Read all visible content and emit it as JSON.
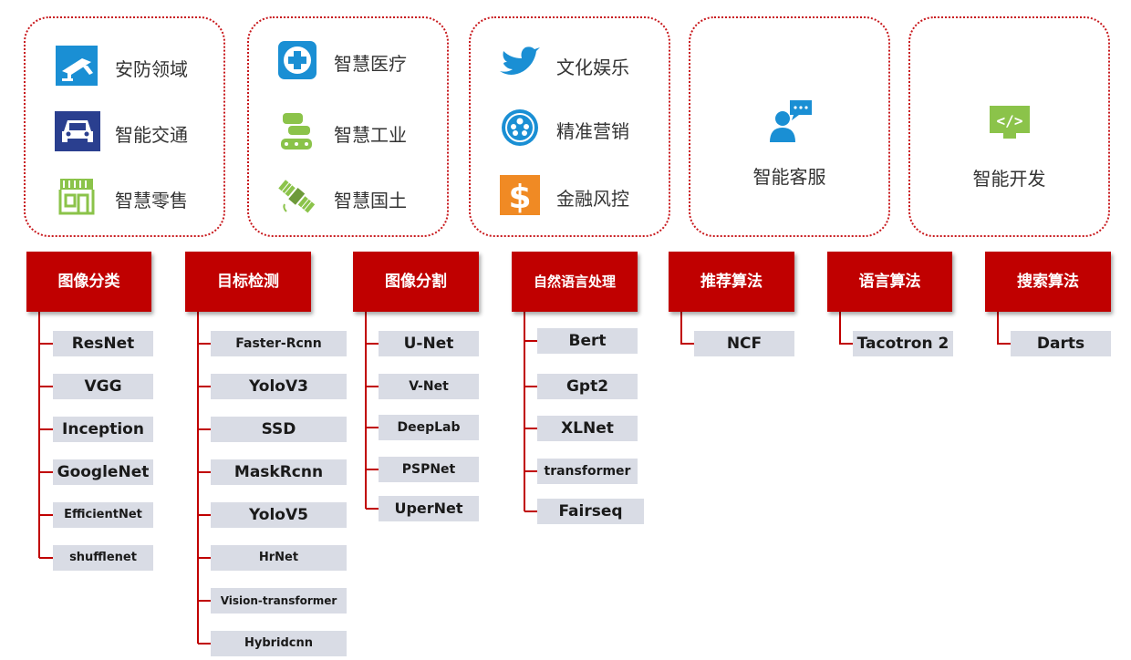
{
  "colors": {
    "brand_red": "#c00000",
    "box_border": "#c8191d",
    "model_bg": "#d9dce5",
    "icon_blue": "#1a8fd4",
    "icon_green": "#8bc34a",
    "icon_orange": "#f08a24"
  },
  "domains": [
    {
      "items": [
        {
          "icon": "camera-icon",
          "label": "安防领域"
        },
        {
          "icon": "car-icon",
          "label": "智能交通"
        },
        {
          "icon": "store-icon",
          "label": "智慧零售"
        }
      ]
    },
    {
      "items": [
        {
          "icon": "medical-cross-icon",
          "label": "智慧医疗"
        },
        {
          "icon": "robot-icon",
          "label": "智慧工业"
        },
        {
          "icon": "satellite-icon",
          "label": "智慧国土"
        }
      ]
    },
    {
      "items": [
        {
          "icon": "bird-icon",
          "label": "文化娱乐"
        },
        {
          "icon": "people-circle-icon",
          "label": "精准营销"
        },
        {
          "icon": "dollar-icon",
          "label": "金融风控"
        }
      ]
    },
    {
      "icon": "customer-service-icon",
      "label": "智能客服"
    },
    {
      "icon": "code-icon",
      "label": "智能开发"
    }
  ],
  "categories": [
    {
      "label": "图像分类",
      "models": [
        "ResNet",
        "VGG",
        "Inception",
        "GoogleNet",
        "EfficientNet",
        "shufflenet"
      ]
    },
    {
      "label": "目标检测",
      "models": [
        "Faster-Rcnn",
        "YoloV3",
        "SSD",
        "MaskRcnn",
        "YoloV5",
        "HrNet",
        "Vision-transformer",
        "Hybridcnn"
      ]
    },
    {
      "label": "图像分割",
      "models": [
        "U-Net",
        "V-Net",
        "DeepLab",
        "PSPNet",
        "UperNet"
      ]
    },
    {
      "label": "自然语言处理",
      "models": [
        "Bert",
        "Gpt2",
        "XLNet",
        "transformer",
        "Fairseq"
      ]
    },
    {
      "label": "推荐算法",
      "models": [
        "NCF"
      ]
    },
    {
      "label": "语言算法",
      "models": [
        "Tacotron 2"
      ]
    },
    {
      "label": "搜索算法",
      "models": [
        "Darts"
      ]
    }
  ]
}
